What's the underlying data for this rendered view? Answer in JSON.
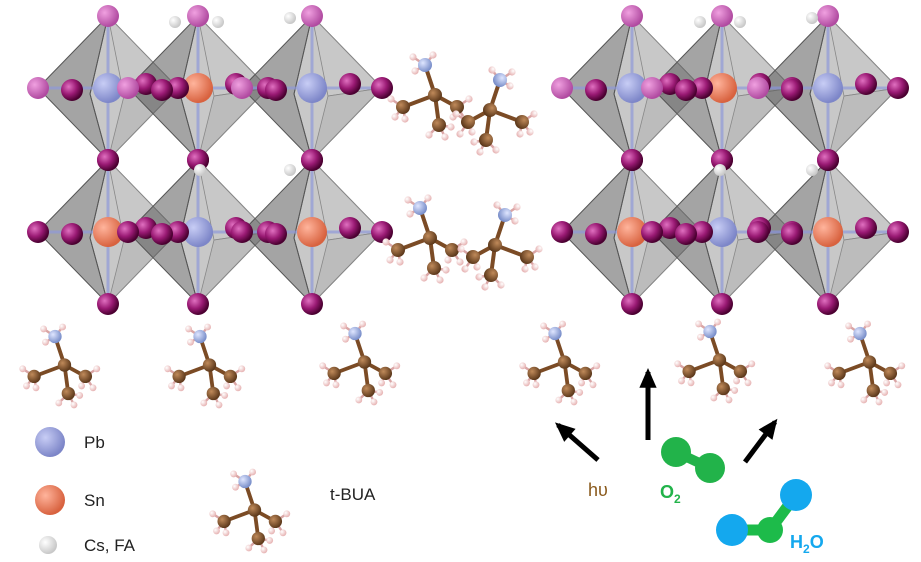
{
  "legend": {
    "pb_label": "Pb",
    "sn_label": "Sn",
    "csfa_label": "Cs, FA",
    "tbua_label": "t-BUA",
    "pb_color": "#9aa3e6",
    "sn_color": "#ef7757",
    "csfa_color": "#eeeeee"
  },
  "stimuli": {
    "light_label": "hυ",
    "oxygen_label": "O",
    "oxygen_sub": "2",
    "water_label": "H",
    "water_sub": "2",
    "water_tail": "O",
    "light_color": "#8a5a1c",
    "oxygen_color": "#22b34a",
    "water_color": "#14a8ee"
  },
  "atom_colors": {
    "iodide": "#8a1060",
    "iodide_light": "#c060b0",
    "carbon": "#8a5a32",
    "hydrogen": "#f2c7c7",
    "nitrogen": "#8fa3d9",
    "octahedron": "#8c8c8c"
  }
}
